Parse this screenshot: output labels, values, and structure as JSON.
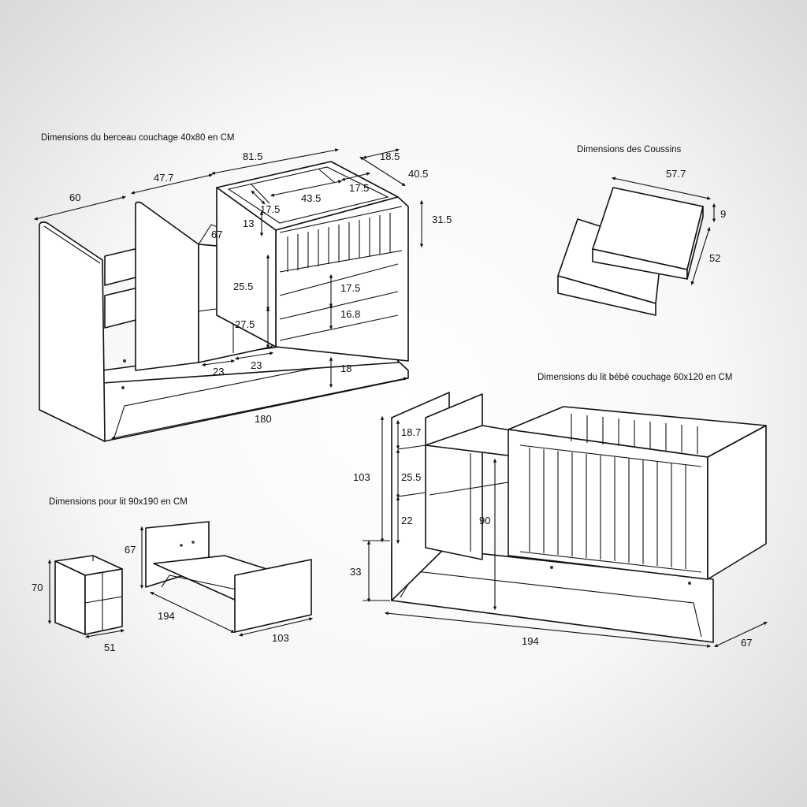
{
  "sections": {
    "berceau": {
      "title": "Dimensions du berceau couchage 40x80 en CM",
      "dims": {
        "d60": "60",
        "d47_7": "47.7",
        "d81_5": "81.5",
        "d18_5": "18.5",
        "d40_5": "40.5",
        "d17_5a": "17.5",
        "d43_5": "43.5",
        "d17_5b": "17.5",
        "d13": "13",
        "d31_5": "31.5",
        "d67": "67",
        "d25_5": "25.5",
        "d17_5c": "17.5",
        "d27_5": "27.5",
        "d16_8": "16.8",
        "d23a": "23",
        "d23b": "23",
        "d18": "18",
        "d180": "180"
      }
    },
    "coussins": {
      "title": "Dimensions des Coussins",
      "dims": {
        "d57_7": "57.7",
        "d9": "9",
        "d52": "52"
      }
    },
    "lit_bebe": {
      "title": "Dimensions du lit bébé couchage 60x120 en CM",
      "dims": {
        "d18_7": "18.7",
        "d103": "103",
        "d25_5": "25.5",
        "d22": "22",
        "d90": "90",
        "d33": "33",
        "d194": "194",
        "d67": "67"
      }
    },
    "lit_90": {
      "title": "Dimensions pour lit 90x190 en CM",
      "dims": {
        "d70": "70",
        "d51": "51",
        "d67": "67",
        "d194": "194",
        "d103": "103"
      }
    }
  }
}
